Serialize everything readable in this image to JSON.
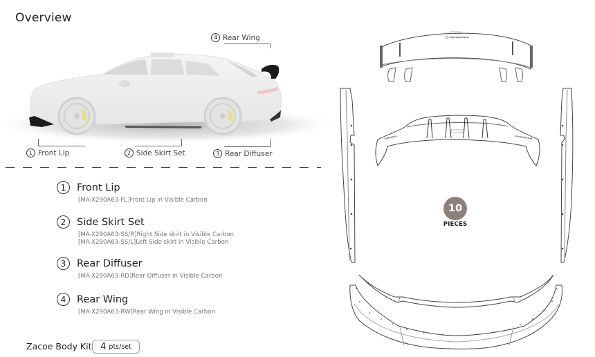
{
  "header": {
    "title": "Overview"
  },
  "car_callouts": [
    {
      "num": "1",
      "label": "Front Lip"
    },
    {
      "num": "2",
      "label": "Side Skirt Set"
    },
    {
      "num": "3",
      "label": "Rear Diffuser"
    },
    {
      "num": "4",
      "label": "Rear Wing"
    }
  ],
  "parts": [
    {
      "num": "1",
      "title": "Front Lip",
      "desc": [
        "[MA-X290A63-FL]Front Lip in Visible Carbon"
      ]
    },
    {
      "num": "2",
      "title": "Side Skirt Set",
      "desc": [
        "[MA-X290A63-SS/R]Right Side skirt in Visible Carbon",
        "[MA-X290A63-SS/L]Left Side skirt in Visible Carbon"
      ]
    },
    {
      "num": "3",
      "title": "Rear Diffuser",
      "desc": [
        "[MA-X290A63-RD]Rear Diffuser in Visible Carbon"
      ]
    },
    {
      "num": "4",
      "title": "Rear Wing",
      "desc": [
        "[MA-X290A63-RW]Rear Wing in Visible Carbon"
      ]
    }
  ],
  "kit": {
    "label": "Zacoe Body Kit",
    "count": "4",
    "unit": "pts/set"
  },
  "pieces": {
    "count": "10",
    "label": "PIECES"
  },
  "colors": {
    "badge": "#8a807c",
    "text": "#222222",
    "muted": "#777777",
    "carbon": "#1a1a1a"
  }
}
